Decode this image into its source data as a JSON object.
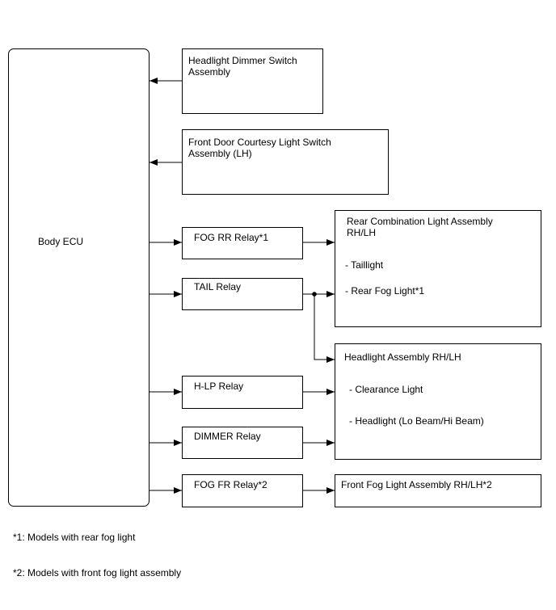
{
  "ecu": {
    "label": "Body ECU"
  },
  "inputs": [
    {
      "label": "Headlight Dimmer Switch\nAssembly"
    },
    {
      "label": "Front Door Courtesy Light Switch\nAssembly (LH)"
    }
  ],
  "relays": [
    {
      "label": "FOG RR Relay*1"
    },
    {
      "label": "TAIL Relay"
    },
    {
      "label": "H-LP Relay"
    },
    {
      "label": "DIMMER Relay"
    },
    {
      "label": "FOG FR Relay*2"
    }
  ],
  "outputs": {
    "rear_combination": {
      "title": "Rear Combination Light Assembly\nRH/LH",
      "items": [
        "- Taillight",
        "- Rear Fog Light*1"
      ]
    },
    "headlight": {
      "title": "Headlight Assembly RH/LH",
      "items": [
        "- Clearance Light",
        "- Headlight (Lo Beam/Hi Beam)"
      ]
    },
    "front_fog": {
      "title": "Front Fog Light Assembly RH/LH*2"
    }
  },
  "footnotes": [
    "*1: Models with rear fog light",
    "*2: Models with front fog light assembly"
  ]
}
